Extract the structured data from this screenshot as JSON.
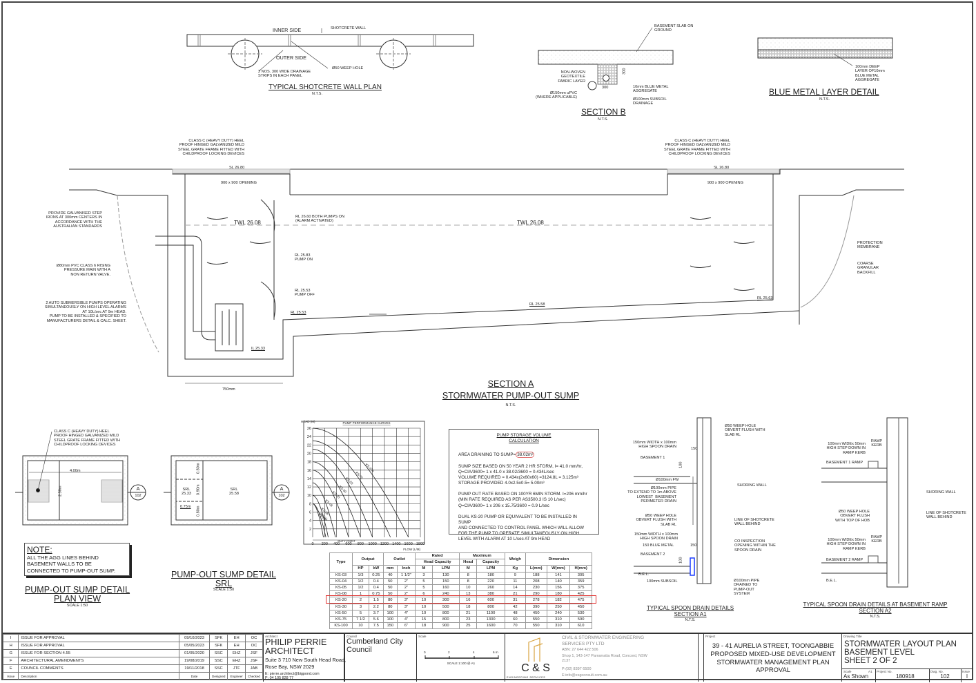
{
  "shotcrete_plan": {
    "inner_side": "INNER SIDE",
    "shotcrete_wall": "SHOTCRETE WALL",
    "outer_side": "OUTER SIDE",
    "weep_hole": "Ø50 WEEP HOLE",
    "drainage_strips": "2 NOS. 300 WIDE DRAINAGE\nSTRIPS IN EACH PANEL",
    "title": "TYPICAL SHOTCRETE WALL PLAN",
    "nts": "N.T.S."
  },
  "section_b": {
    "slab_label": "BASEMENT SLAB ON\nGROUND",
    "geotextile": "NON-WOVEN\nGEOTEXTILE\nFABRIC LAYER",
    "upvc": "Ø150mm uPVC\n(WHERE APPLICABLE)",
    "aggregate": "10mm BLUE METAL\nAGGREGATE",
    "subsoil": "Ø100mm SUBSOIL\nDRAINAGE",
    "dim_h": "300",
    "dim_w": "300",
    "title": "SECTION B",
    "nts": "N.T.S."
  },
  "blue_metal": {
    "label": "100mm DEEP\nLAYER OF10mm\nBLUE METAL\nAGGREGATE",
    "title": "BLUE METAL LAYER DETAIL",
    "nts": "N.T.S."
  },
  "section_a": {
    "grate_note": "CLASS C (HEAVY DUTY) HEEL\nPROOF HINGED GALVANIZED MILD\nSTEEL GRATE FRAME FITTED WITH\nCHILDPROOF LOCKING DEVICES",
    "sl_left": "SL 26.80",
    "sl_right": "SL 26.80",
    "opening_left": "900 x 900 OPENING",
    "opening_right": "900 x 900 OPENING",
    "step_irons": "PROVIDE GALVANISED STEP\nIRONS AT 300mm CENTERS IN\nACCORDANCE WITH THE\nAUSTRALIAN STANDARDS",
    "rising_main": "Ø80mm PVC CLASS 6 RISING\nPRESSURE MAIN WITH A\nNON RETURN VALVE.",
    "pumps_note": "2 AUTO SUBMERSIBLE PUMPS OPERATING\nSIMULTANEOUSLY ON HIGH LEVEL ALARMS\nAT 10L/sec AT 9m HEAD.\nPUMP TO BE INSTALLED & SPECIFIED TO\nMANUFACTURERS DETAIL & CALC. SHEET.",
    "rl_alarm": "RL 26.60 BOTH PUMPS ON\n(ALARM ACTIVATED)",
    "twl_left": "TWL 26.08",
    "twl_mid": "TWL 26.08",
    "rl_pump_on": "RL 25.83\nPUMP ON",
    "rl_pump_off": "RL 25.53\nPUMP OFF",
    "rl_2553": "RL 25.53",
    "rl_2558": "RL 25.58",
    "rl_2563": "RL 25.63",
    "il_2533": "IL 25.33",
    "dim_750": "750mm",
    "protection": "PROTECTION\nMEMBRANE",
    "backfill": "COARSE\nGRANULAR\nBACKFILL",
    "title1": "SECTION A",
    "title2": "STORMWATER PUMP-OUT SUMP",
    "nts": "N.T.S."
  },
  "plan_view": {
    "grate_note": "CLASS C (HEAVY DUTY) HEEL\nPROOF HINGED GALVANIZED MILD\nSTEEL GRATE FRAME FITTED WITH\nCHILDPROOF LOCKING DEVICES",
    "dim_len": "4.00m",
    "dim_wid": "2.50m",
    "section_ref_letter": "A",
    "section_ref_sheet": "102",
    "title1": "PUMP-OUT SUMP DETAIL",
    "title2": "PLAN VIEW",
    "scale": "SCALE 1:50"
  },
  "note": {
    "heading": "NOTE:",
    "body": "ALL THE AGG LINES BEHIND\nBASEMENT WALLS TO BE\nCONNECTED TO PUMP-OUT SUMP."
  },
  "srl_view": {
    "srl_small": "SRL\n25.33",
    "srl_main": "SRL\n25.58",
    "dim1": "0.80m",
    "dim2": "0.90m",
    "dim3": "0.80m",
    "dim4": "0.75m",
    "section_ref_letter": "A",
    "section_ref_sheet": "102",
    "title1": "PUMP-OUT SUMP DETAIL",
    "title2": "SRL",
    "scale": "SCALE 1:50"
  },
  "chart_data": {
    "type": "line",
    "title": "PUMP PERFORMANCE CURVES",
    "xlabel": "FLOW (L/M)",
    "ylabel": "HEAD (M)",
    "xlim": [
      0,
      1800
    ],
    "ylim": [
      0,
      26
    ],
    "x_ticks": [
      0,
      200,
      400,
      600,
      800,
      1000,
      1200,
      1400,
      1600,
      1800
    ],
    "y_ticks": [
      2,
      4,
      6,
      8,
      10,
      12,
      14,
      16,
      18,
      20,
      22,
      24,
      26
    ],
    "grid": true,
    "annotation": "DUTY POINT",
    "series": [
      {
        "name": "KS-03",
        "shutoff_head": 8,
        "max_flow": 180
      },
      {
        "name": "KS-04",
        "shutoff_head": 8,
        "max_flow": 220
      },
      {
        "name": "KS-05",
        "shutoff_head": 10,
        "max_flow": 260
      },
      {
        "name": "KS-08",
        "shutoff_head": 13,
        "max_flow": 380
      },
      {
        "name": "KS-20",
        "shutoff_head": 16,
        "max_flow": 600
      },
      {
        "name": "KS-30",
        "shutoff_head": 18,
        "max_flow": 800
      },
      {
        "name": "KS-50",
        "shutoff_head": 21,
        "max_flow": 1000
      },
      {
        "name": "KS-75",
        "shutoff_head": 23,
        "max_flow": 1300
      },
      {
        "name": "KS-100",
        "shutoff_head": 26,
        "max_flow": 1600
      }
    ]
  },
  "calc": {
    "heading1": "PUMP STORAGE VOLUME",
    "heading2": "CALCULATION",
    "area_pre": "AREA DRAINING TO SUMP=",
    "area_val": "38.02m²",
    "sump1": "SUMP SIZE BASED ON 50 YEAR 2 HR STORM, I= 41.0 mm/hr,",
    "sump2": "Q=CIA/3600= 1 x 41.0 x 38.02/3600 = 0.434L/sec",
    "sump3": "VOLUME REQUIRED = 0.434x(2x60x60) =3124.8L = 3.125m³",
    "sump4": "STORAGE PROVIDED 4.0x2.5x0.5= 5.00m³",
    "rate1": "PUMP OUT RATE BASED ON 100YR 6MIN STORM. I=206 mm/hr",
    "rate2": "(MIN RATE REQUIRED AS PER AS3500.3 IS 10 L/sec)",
    "rate3": "Q=CIA/3600= 1 x 206 x 15.75/3600 = 0.9 L/sec",
    "dual1": "DUAL KS-20 PUMP OR EQUIVALENT TO BE INSTALLED IN SUMP",
    "dual2": "AND CONNECTED TO CONTROL PANEL WHICH WILL ALLOW",
    "dual3": "FOR THE PUMP TO OPERATE  SIMULTANEOUSLY ON HIGH",
    "dual4": "LEVEL WITH ALARM AT 10 L/sec AT 9m HEAD"
  },
  "pump_table": {
    "h_type": "Type",
    "h_output": "Output",
    "h_outlet": "Outlet",
    "h_rated": "Rated",
    "h_rated_sub": "Head Capacity",
    "h_max": "Maximum",
    "h_max_head": "Head",
    "h_max_cap": "Capacity",
    "h_weigh": "Weigh",
    "h_dim": "Dimension",
    "units": [
      "HP",
      "kW",
      "mm",
      "Inch",
      "M",
      "LPM",
      "M",
      "LPM",
      "Kg",
      "L(mm)",
      "W(mm)",
      "H(mm)"
    ],
    "rows": [
      [
        "KS-03",
        "1/3",
        "0.25",
        "40",
        "1 1/2\"",
        "3",
        "130",
        "8",
        "180",
        "9",
        "188",
        "141",
        "305"
      ],
      [
        "KS-04",
        "1/2",
        "0.4",
        "50",
        "2\"",
        "5",
        "150",
        "8",
        "220",
        "11",
        "208",
        "140",
        "359"
      ],
      [
        "KS-05",
        "1/2",
        "0.4",
        "50",
        "2\"",
        "5",
        "160",
        "10",
        "260",
        "14",
        "230",
        "156",
        "375"
      ],
      [
        "KS-08",
        "1",
        "0.75",
        "50",
        "2\"",
        "6",
        "240",
        "13",
        "380",
        "21",
        "290",
        "180",
        "425"
      ],
      [
        "KS-20",
        "2",
        "1.5",
        "80",
        "3\"",
        "10",
        "300",
        "16",
        "600",
        "31",
        "278",
        "182",
        "475"
      ],
      [
        "KS-30",
        "3",
        "2.2",
        "80",
        "3\"",
        "10",
        "500",
        "18",
        "800",
        "42",
        "390",
        "250",
        "450"
      ],
      [
        "KS-50",
        "5",
        "3.7",
        "100",
        "4\"",
        "10",
        "800",
        "21",
        "1100",
        "48",
        "450",
        "240",
        "530"
      ],
      [
        "KS-75",
        "7 1/2",
        "5.6",
        "100",
        "4\"",
        "15",
        "800",
        "23",
        "1300",
        "60",
        "550",
        "310",
        "590"
      ],
      [
        "KS-100",
        "10",
        "7.5",
        "150",
        "6\"",
        "18",
        "900",
        "25",
        "1600",
        "70",
        "550",
        "310",
        "610"
      ]
    ],
    "highlighted_row": "KS-20",
    "highlight_color": "#e0302e"
  },
  "section_a1": {
    "weep_top": "Ø50 WEEP HOLE\nOBVERT FLUSH WITH\nSLAB RL",
    "spoon1": "150mm WIDTH x 100mm\nHIGH SPOON DRAIN",
    "dim150a": "150",
    "basement1": "BASEMENT 1",
    "dim100a": "100",
    "fw": "Ø100mm FW",
    "pipe_extend": "Ø100mm PIPE\nTO EXTEND TO 1m ABOVE\nLOWEST  BASEMENT\nPERIMETER DRAIN",
    "shoring": "SHORING WALL",
    "weep_mid": "Ø50 WEEP HOLE\nOBVERT FLUSH WITH\nSLAB RL",
    "shotcrete": "LINE OF SHOTCRETE\nWALL BEHIND",
    "spoon2": "150mm WIDTH x 100mm\nHIGH SPOON DRAIN",
    "blue_metal": "150 BLUE METAL",
    "dim150b": "150",
    "co": "CO INSPECTION\nOPENING WITHIN THE\nSPOON DRAIN",
    "basement2": "BASEMENT 2",
    "dim100b": "100",
    "bel": "B.E.L.",
    "subsoil": "100mm SUBSOIL",
    "pipe_drained": "Ø100mm PIPE\nDRAINED TO\nPUMP-OUT\nSYSTEM",
    "title1": "TYPICAL SPOON DRAIN DETAILS",
    "title2": "SECTION A1",
    "nts": "N.T.S."
  },
  "section_a2": {
    "step1": "100mm WIDEx 50mm\nHIGH STEP DOWN IN\nRAMP KERB",
    "kerb1": "RAMP\nKERB",
    "ramp1": "BASEMENT 1 RAMP",
    "shoring": "SHORING WALL",
    "weep": "Ø50 WEEP HOLE\nOBVERT FLUSH\nWITH TOP OF HOB",
    "shotcrete": "LINE OF SHOTCRETE\nWALL BEHIND",
    "step2": "100mm WIDEx 50mm\nHIGH STEP DOWN IN\nRAMP KERB",
    "kerb2": "RAMP\nKERB",
    "ramp2": "BASEMENT 2 RAMP",
    "bel": "B.E.L.",
    "title1": "TYPICAL SPOON DRAIN DETAILS AT BASEMENT RAMP",
    "title2": "SECTION A2",
    "nts": "N.T.S."
  },
  "title_block": {
    "revisions": [
      {
        "issue": "I",
        "description": "ISSUE FOR APPROVAL",
        "date": "09/10/2023",
        "designed": "SFK",
        "engineer": "EH",
        "checked": "OC"
      },
      {
        "issue": "H",
        "description": "ISSUE FOR APPROVAL",
        "date": "05/05/2023",
        "designed": "SFK",
        "engineer": "EH",
        "checked": "OC"
      },
      {
        "issue": "G",
        "description": "ISSUE FOR SECTION 4.55",
        "date": "01/05/2020",
        "designed": "SSC",
        "engineer": "EHZ",
        "checked": "JSF"
      },
      {
        "issue": "F",
        "description": "ARCHITECTURAL AMENDMENTS",
        "date": "19/08/2019",
        "designed": "SSC",
        "engineer": "EHZ",
        "checked": "JSF"
      },
      {
        "issue": "E",
        "description": "COUNCIL COMMENTS",
        "date": "19/11/2018",
        "designed": "SSC",
        "engineer": "JTF",
        "checked": "JAB"
      }
    ],
    "rev_headers": {
      "issue": "Issue",
      "description": "Description",
      "date": "Date",
      "designed": "Designed",
      "engineer": "Engineer",
      "checked": "Checked"
    },
    "architect_label": "Architect",
    "architect_name": "PHILIP PERRIE\nARCHITECT",
    "architect_address": "Suite 3 710 New South Head Road,\nRose Bay, NSW 2029",
    "architect_contact": "E: pierre.architect@bigpond.com\nP: 04 105 828 77",
    "council_label": "Council",
    "council_name": "Cumberland City\nCouncil",
    "scale_label": "Scale",
    "scale_ticks": [
      "0",
      "2",
      "4",
      "6 m"
    ],
    "scale_text": "SCALE 1:100 @ A1",
    "company_logo": "C & S",
    "company_logo_sub": "ENGINEERING SERVICES",
    "company_name": "CIVIL & STORMWATER ENGINEERING\nSERVICES PTY LTD",
    "company_abn": "ABN: 27 644 422 506",
    "company_address": "Shop 1, 143-147 Parramatta Road, Concord, NSW\n2137",
    "company_phone": "P:(02) 8397 6500",
    "company_email": "E:info@esgconsult.com.au",
    "logo_color": "#d9a441",
    "project_label": "Project",
    "project_text": "39 - 41 AURELIA STREET, TOONGABBIE\nPROPOSED MIXED-USE DEVELOPMENT\nSTORMWATER MANAGEMENT PLAN\nAPPROVAL",
    "drawing_title_label": "Drawing Title",
    "drawing_title": "STORMWATER LAYOUT PLAN\nBASEMENT LEVEL\nSHEET 2 OF 2",
    "scale_small_label": "Scale",
    "paper_size": "A1",
    "scale_value": "As Shown",
    "project_no_label": "Project No.",
    "project_no": "180918",
    "dwg_no_label": "Dwg. No.",
    "dwg_no": "102",
    "issue_label": "Issue",
    "issue_value": "I"
  }
}
